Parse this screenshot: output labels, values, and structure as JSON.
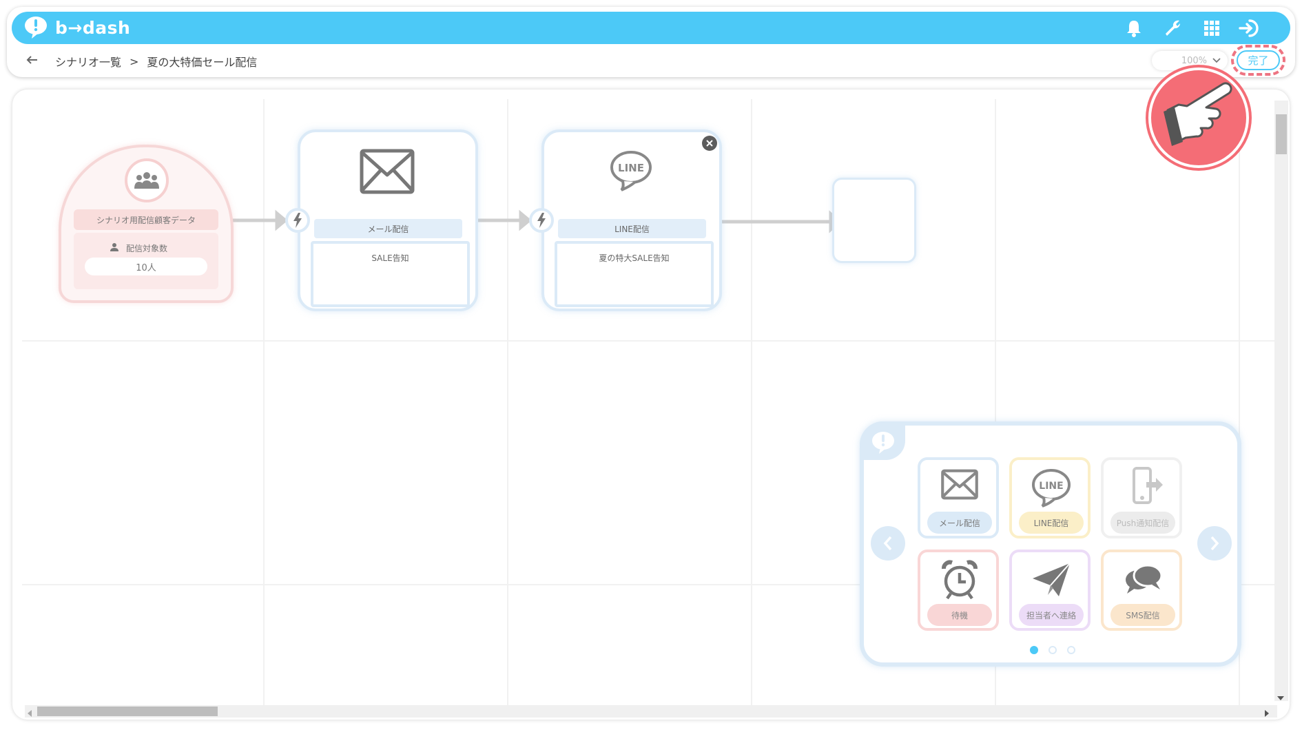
{
  "header": {
    "logo_text": "b→dash",
    "icons": [
      "bell-icon",
      "wrench-icon",
      "apps-grid-icon",
      "sign-out-icon"
    ],
    "accent_color": "#4cc9f7"
  },
  "breadcrumb": {
    "back_icon": "arrow-left-icon",
    "parent": "シナリオ一覧",
    "separator": ">",
    "current": "夏の大特価セール配信"
  },
  "toolbar": {
    "zoom_value": "100%",
    "done_label": "完了"
  },
  "canvas": {
    "start_node": {
      "icon": "group-icon",
      "title": "シナリオ用配信顧客データ",
      "metric_label": "配信対象数",
      "metric_value": "10人"
    },
    "nodes": [
      {
        "icon": "mail-icon",
        "type_label": "メール配信",
        "content": "SALE告知"
      },
      {
        "icon": "line-icon",
        "type_label": "LINE配信",
        "content": "夏の特大SALE告知"
      }
    ],
    "line_icon_text": "LINE"
  },
  "palette": {
    "tiles": [
      {
        "icon": "mail-icon",
        "label": "メール配信",
        "color": "#dbeaf7"
      },
      {
        "icon": "line-icon",
        "label": "LINE配信",
        "color": "#fbefc8"
      },
      {
        "icon": "push-phone-icon",
        "label": "Push通知配信",
        "color": "#ececec"
      },
      {
        "icon": "alarm-clock-icon",
        "label": "待機",
        "color": "#f9d6d6"
      },
      {
        "icon": "paper-plane-icon",
        "label": "担当者へ連絡",
        "color": "#ecdcf7"
      },
      {
        "icon": "chat-bubbles-icon",
        "label": "SMS配信",
        "color": "#fbe6cc"
      }
    ],
    "page_current": 1,
    "page_total": 3
  }
}
